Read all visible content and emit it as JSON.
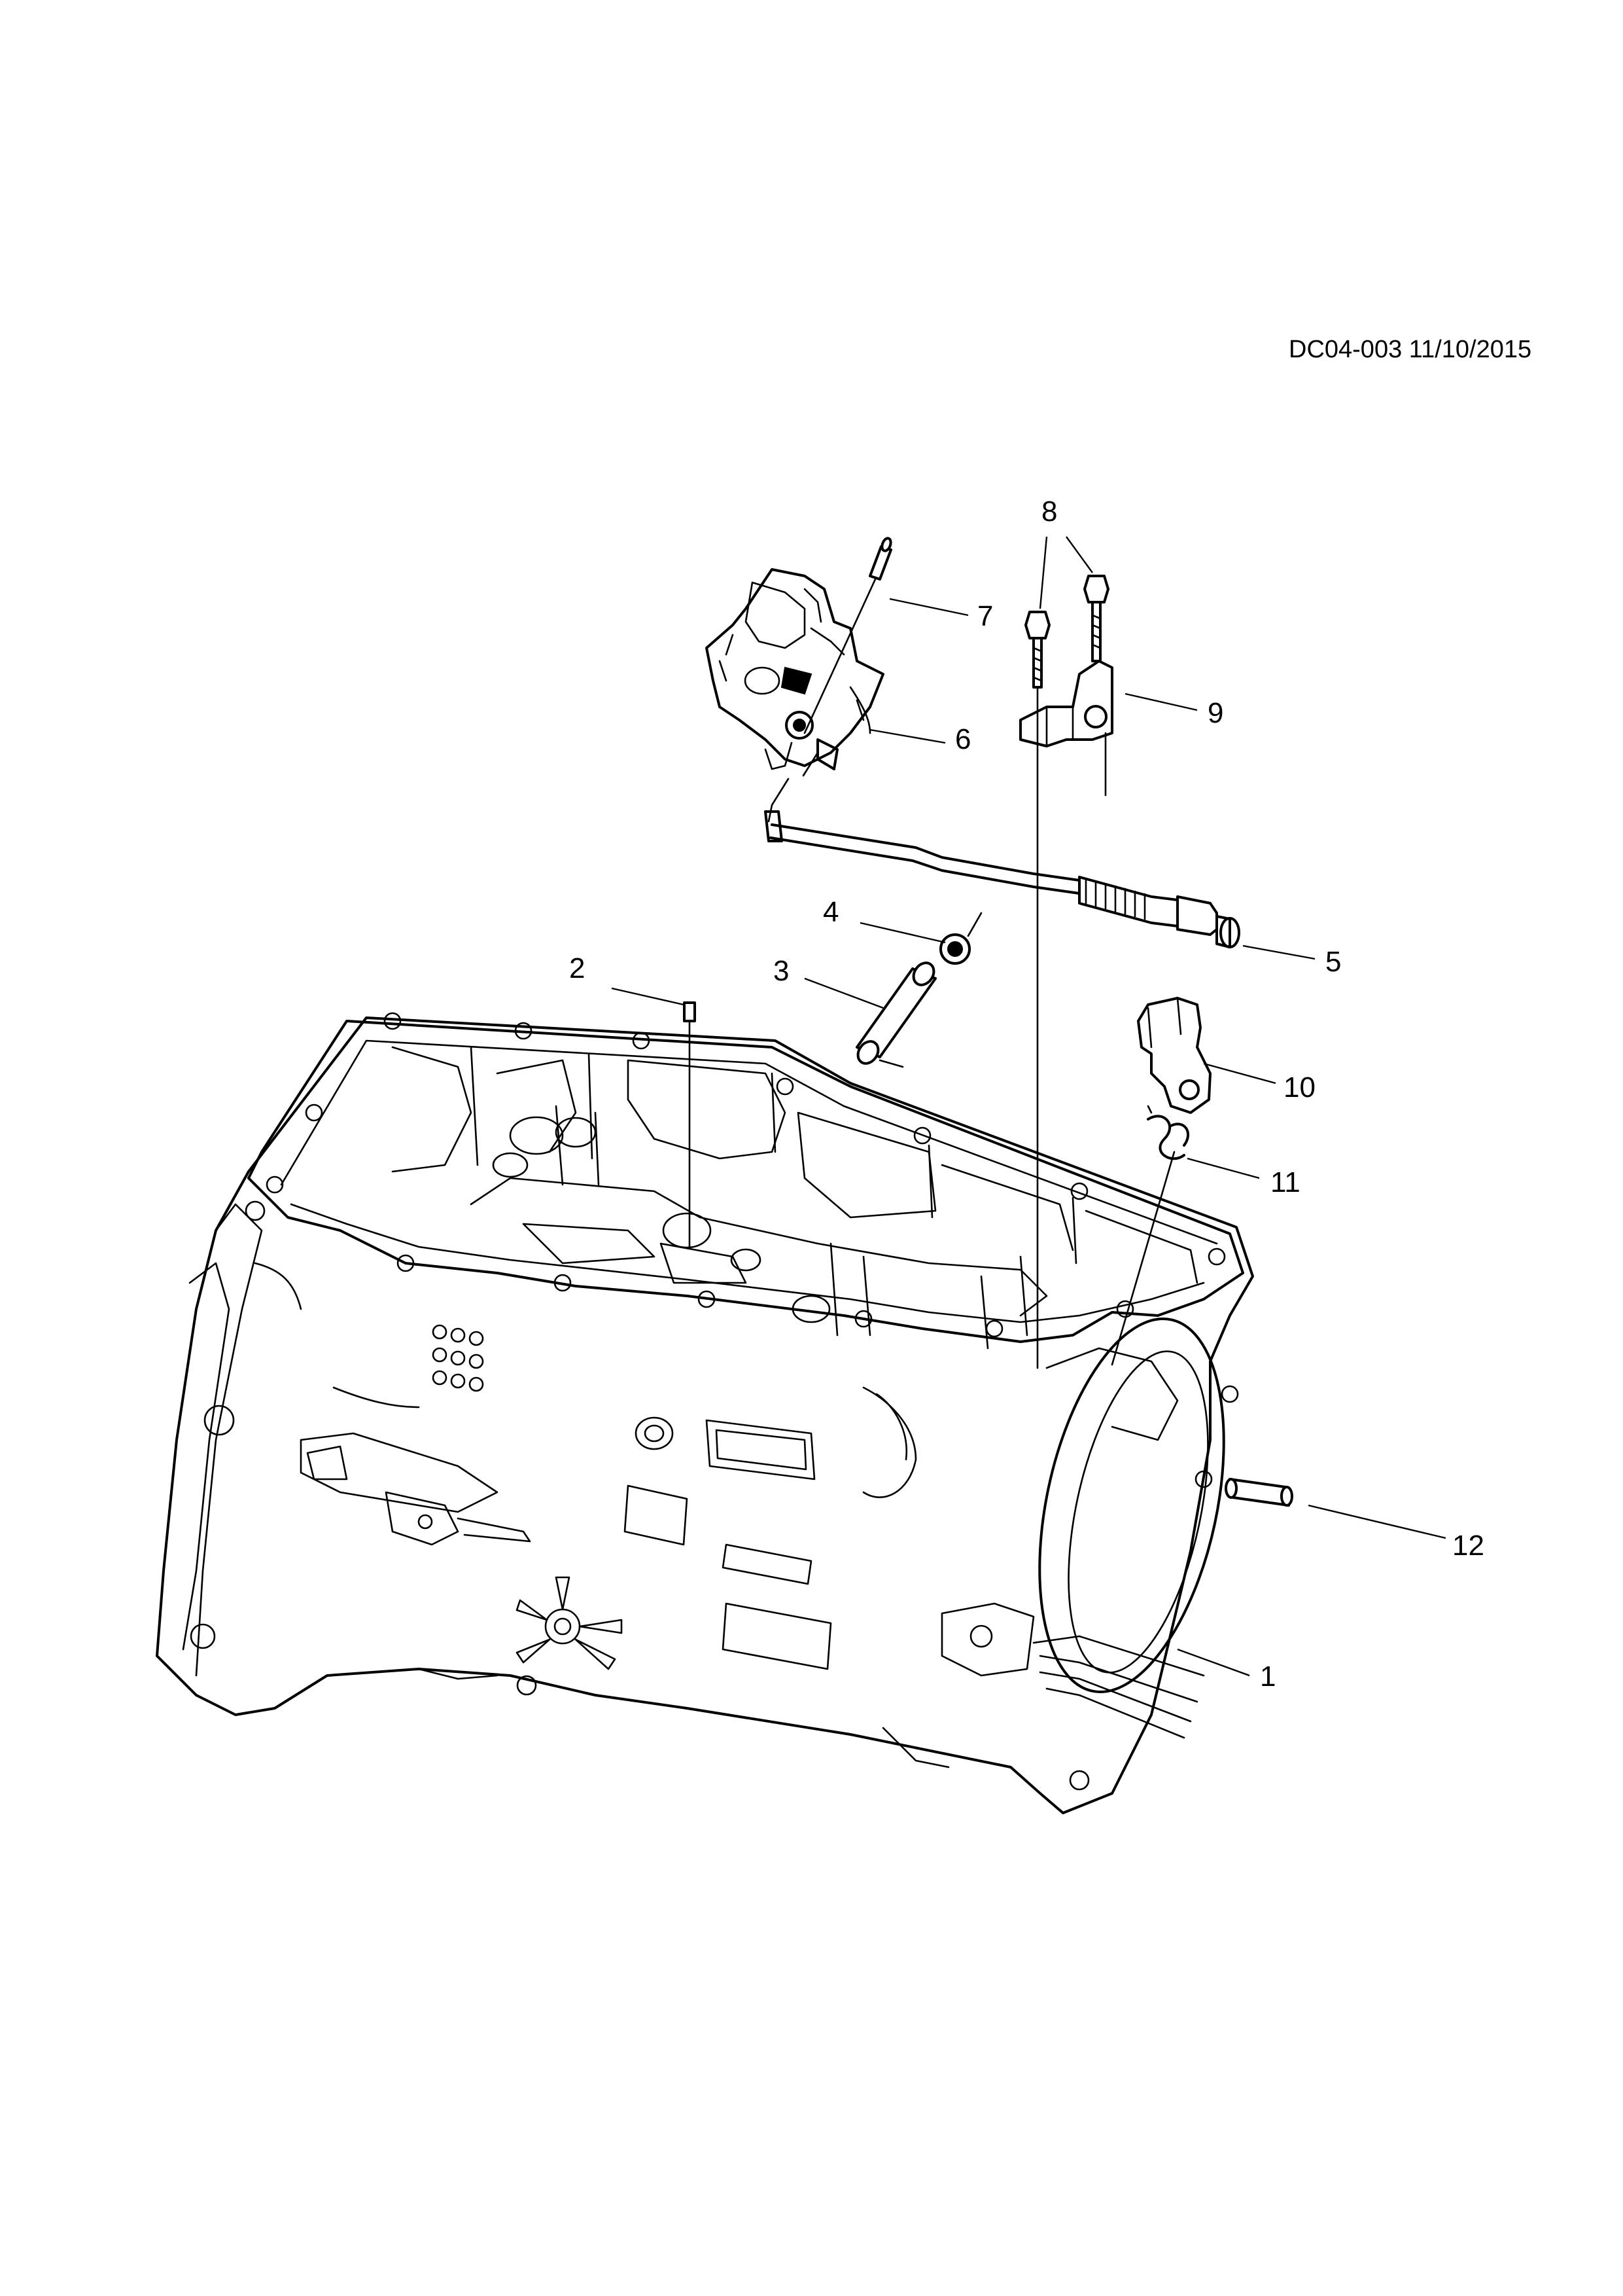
{
  "reference": "DC04-003 11/10/2015",
  "callouts": {
    "c1": "1",
    "c2": "2",
    "c3": "3",
    "c4": "4",
    "c5": "5",
    "c6": "6",
    "c7": "7",
    "c8": "8",
    "c9": "9",
    "c10": "10",
    "c11": "11",
    "c12": "12"
  },
  "colors": {
    "line": "#000000",
    "background": "#ffffff"
  }
}
